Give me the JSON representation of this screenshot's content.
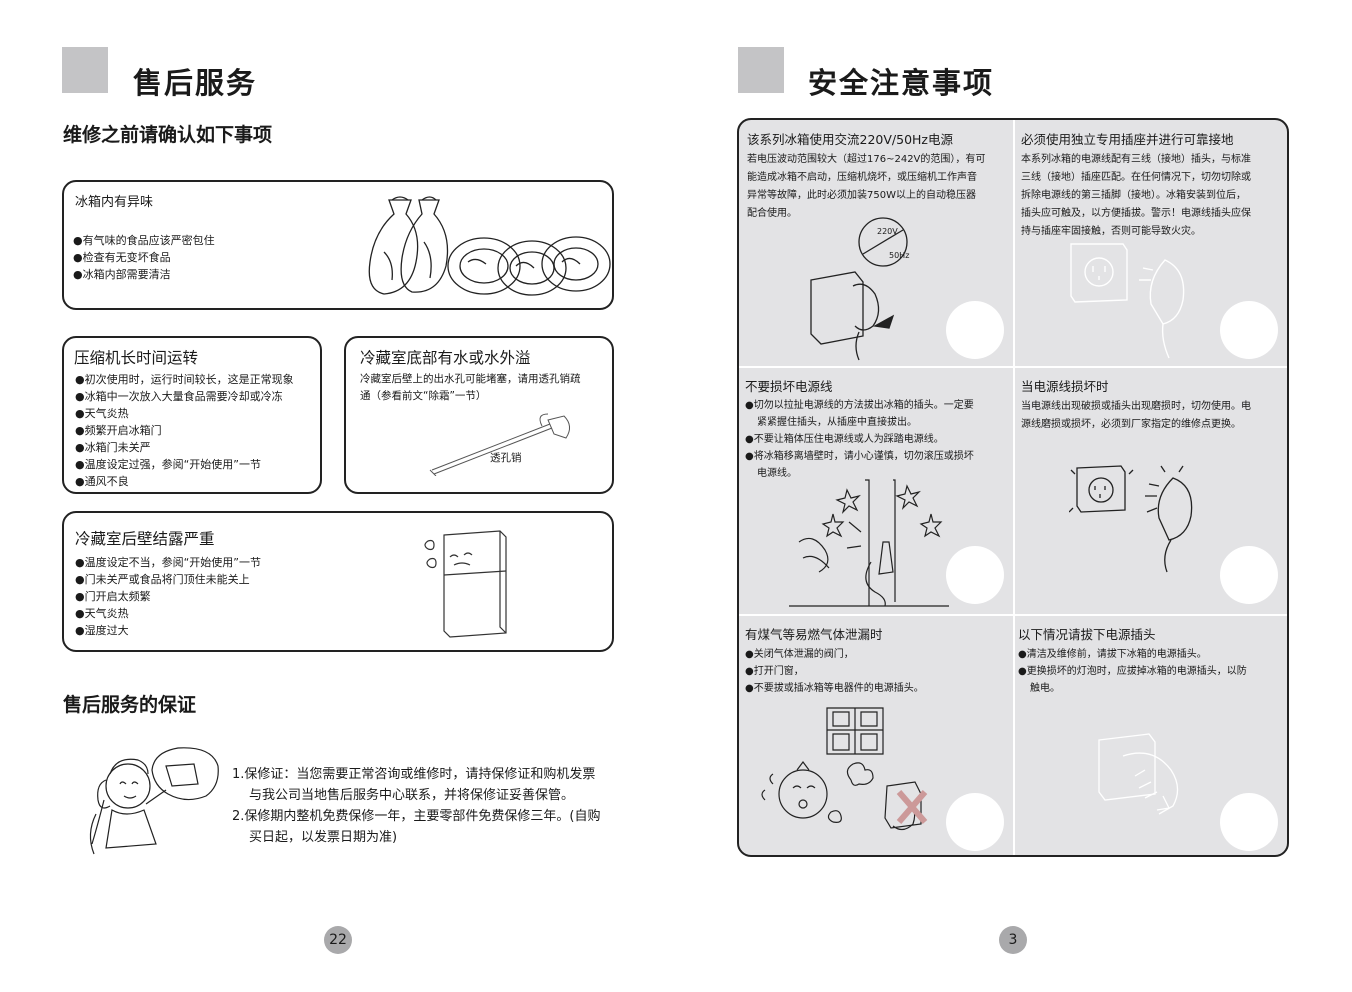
{
  "left": {
    "title": "售后服务",
    "subtitle": "维修之前请确认如下事项",
    "box_odor": {
      "title": "冰箱内有异味",
      "items": [
        "有气味的食品应该严密包住",
        "检查有无变坏食品",
        "冰箱内部需要清洁"
      ]
    },
    "box_compressor": {
      "title": "压缩机长时间运转",
      "items": [
        "初次使用时，运行时间较长，这是正常现象",
        "冰箱中一次放入大量食品需要冷却或冷冻",
        "天气炎热",
        "频繁开启冰箱门",
        "冰箱门未关严",
        "温度设定过强，参阅“开始使用”一节",
        "通风不良"
      ]
    },
    "box_water": {
      "title": "冷藏室底部有水或水外溢",
      "text_1": "冷藏室后壁上的出水孔可能堵塞，请用透孔销疏",
      "text_2": "通（参看前文“除霜”一节）",
      "tool_label": "透孔销"
    },
    "box_dew": {
      "title": "冷藏室后壁结露严重",
      "items": [
        "温度设定不当，参阅“开始使用”一节",
        "门未关严或食品将门顶住未能关上",
        "门开启太频繁",
        "天气炎热",
        "湿度过大"
      ]
    },
    "warranty": {
      "heading": "售后服务的保证",
      "line_1": "1.保修证：当您需要正常咨询或维修时，请持保修证和购机发票",
      "line_2": "与我公司当地售后服务中心联系，并将保修证妥善保管。",
      "line_3": "2.保修期内整机免费保修一年，主要零部件免费保修三年。(自购",
      "line_4": "买日起，以发票日期为准)"
    },
    "page_number": "22"
  },
  "right": {
    "title": "安全注意事项",
    "cells": {
      "voltage": {
        "title": "该系列冰箱使用交流220V/50Hz电源",
        "text_1": "若电压波动范围较大（超过176~242V的范围），有可",
        "text_2": "能造成冰箱不启动，压缩机烧坏，或压缩机工作声音",
        "text_3": "异常等故障，此时必须加装750W以上的自动稳压器",
        "text_4": "配合使用。",
        "label_voltage": "220V",
        "label_freq": "50Hz"
      },
      "grounding": {
        "title": "必须使用独立专用插座并进行可靠接地",
        "text_1": "本系列冰箱的电源线配有三线（接地）插头，与标准",
        "text_2": "三线（接地）插座匹配。在任何情况下，切勿切除或",
        "text_3": "拆除电源线的第三插脚（接地）。冰箱安装到位后，",
        "text_4": "插头应可触及，以方便插拔。警示！电源线插头应保",
        "text_5": "持与插座牢固接触，否则可能导致火灾。"
      },
      "no_damage": {
        "title": "不要损坏电源线",
        "item_1a": "切勿以拉扯电源线的方法拔出冰箱的插头。一定要",
        "item_1b": "紧紧握住插头，从插座中直接拔出。",
        "item_2": "不要让箱体压住电源线或人为踩踏电源线。",
        "item_3a": "将冰箱移离墙壁时，请小心谨慎，切勿滚压或损坏",
        "item_3b": "电源线。"
      },
      "cord_damaged": {
        "title": "当电源线损坏时",
        "text_1": "当电源线出现破损或插头出现磨损时，切勿使用。电",
        "text_2": "源线磨损或损坏，必须到厂家指定的维修点更换。"
      },
      "gas_leak": {
        "title": "有煤气等易燃气体泄漏时",
        "items": [
          "关闭气体泄漏的阀门，",
          "打开门窗，",
          "不要拔或插冰箱等电器件的电源插头。"
        ]
      },
      "unplug": {
        "title": "以下情况请拔下电源插头",
        "item_1": "清洁及维修前，请拔下冰箱的电源插头。",
        "item_2a": "更换损坏的灯泡时，应拔掉冰箱的电源插头，以防",
        "item_2b": "触电。"
      }
    },
    "page_number": "3"
  },
  "colors": {
    "header_square": "#c4c4c6",
    "panel_fill": "#e3e3e5",
    "page_badge": "#a9a9ab"
  }
}
